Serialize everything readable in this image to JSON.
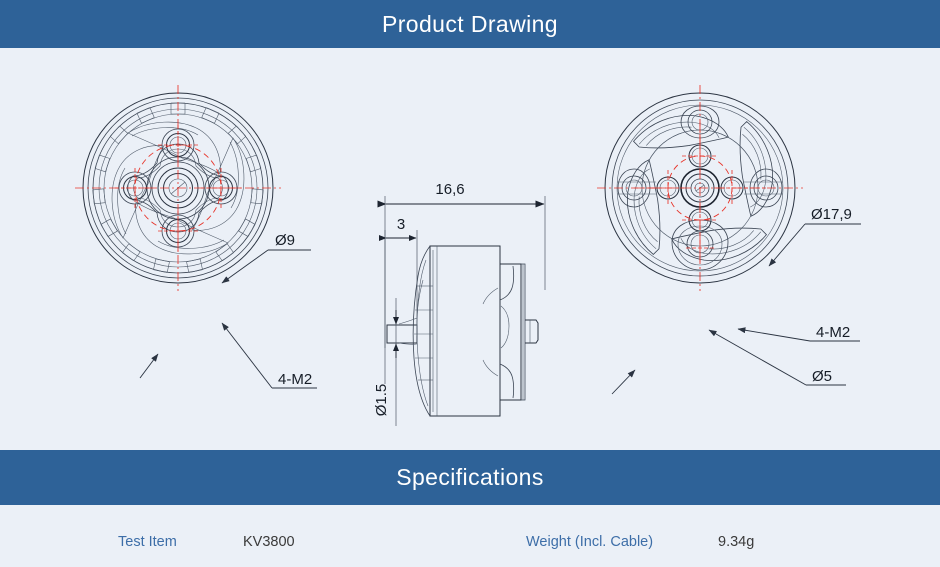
{
  "sections": {
    "drawing": {
      "title": "Product Drawing"
    },
    "specifications": {
      "title": "Specifications"
    }
  },
  "colors": {
    "header_blue": "#2e6298",
    "page_background": "#ebf0f7",
    "spec_label_blue": "#3d6ea8",
    "spec_value_gray": "#3a3a3a",
    "line_dark": "#2b3442",
    "centerline_red": "#e8342a"
  },
  "drawing": {
    "views": [
      {
        "name": "top-view",
        "position": "left",
        "annotations": [
          {
            "id": "dia-9",
            "label": "Ø9",
            "meaning": "bolt circle diameter"
          },
          {
            "id": "four-m2-left",
            "label": "4-M2",
            "meaning": "four M2 threaded holes"
          }
        ]
      },
      {
        "name": "side-section-view",
        "position": "center",
        "annotations": [
          {
            "id": "len-16-6",
            "label": "16,6",
            "meaning": "overall length"
          },
          {
            "id": "len-3",
            "label": "3",
            "meaning": "shaft protrusion length"
          },
          {
            "id": "dia-1-5",
            "label": "Ø1.5",
            "meaning": "shaft diameter"
          }
        ]
      },
      {
        "name": "bottom-view",
        "position": "right",
        "annotations": [
          {
            "id": "dia-17-9",
            "label": "Ø17,9",
            "meaning": "outer bell diameter"
          },
          {
            "id": "four-m2-right",
            "label": "4-M2",
            "meaning": "four M2 threaded holes"
          },
          {
            "id": "dia-5",
            "label": "Ø5",
            "meaning": "inner bore diameter"
          }
        ]
      }
    ]
  },
  "specifications": {
    "rows": [
      {
        "label": "Test Item",
        "value": "KV3800"
      },
      {
        "label": "Weight (Incl. Cable)",
        "value": "9.34g"
      }
    ]
  }
}
